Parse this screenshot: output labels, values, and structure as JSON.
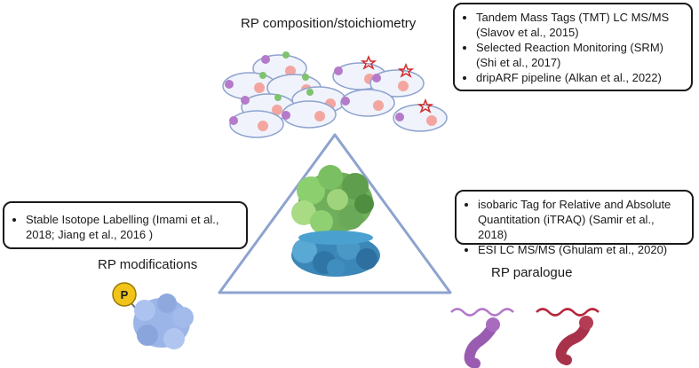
{
  "labels": {
    "composition": "RP composition/stoichiometry",
    "modifications": "RP modifications",
    "paralogue": "RP paralogue",
    "phospho_symbol": "P"
  },
  "composition_box": {
    "items": [
      "Tandem Mass Tags (TMT) LC MS/MS (Slavov et al., 2015)",
      "Selected Reaction Monitoring (SRM) (Shi et al., 2017)",
      "dripARF pipeline (Alkan et al., 2022)"
    ]
  },
  "modifications_box": {
    "items": [
      "Stable Isotope Labelling (Imami  et al., 2018; Jiang et al., 2016 )"
    ]
  },
  "paralogue_box": {
    "items": [
      "isobaric Tag for Relative and Absolute Quantitation (iTRAQ) (Samir et al., 2018)",
      "ESI LC MS/MS (Ghulam et al., 2020)"
    ]
  },
  "colors": {
    "triangle": "#8ea3cf",
    "ribosome_large": "#6fae5a",
    "ribosome_small": "#3b87b8",
    "cell_outline": "#8ea3cf",
    "cell_fill": "#f0f3fb",
    "nucleus": "#f3a6a0",
    "purple_dot": "#b57ac9",
    "green_dot": "#7fc36e",
    "star": "#d22b2b",
    "phospho": "#f0c419",
    "protein_blue": "#9bb5e8",
    "paralogue_purple": "#9a5cb0",
    "paralogue_red": "#a8324a"
  }
}
